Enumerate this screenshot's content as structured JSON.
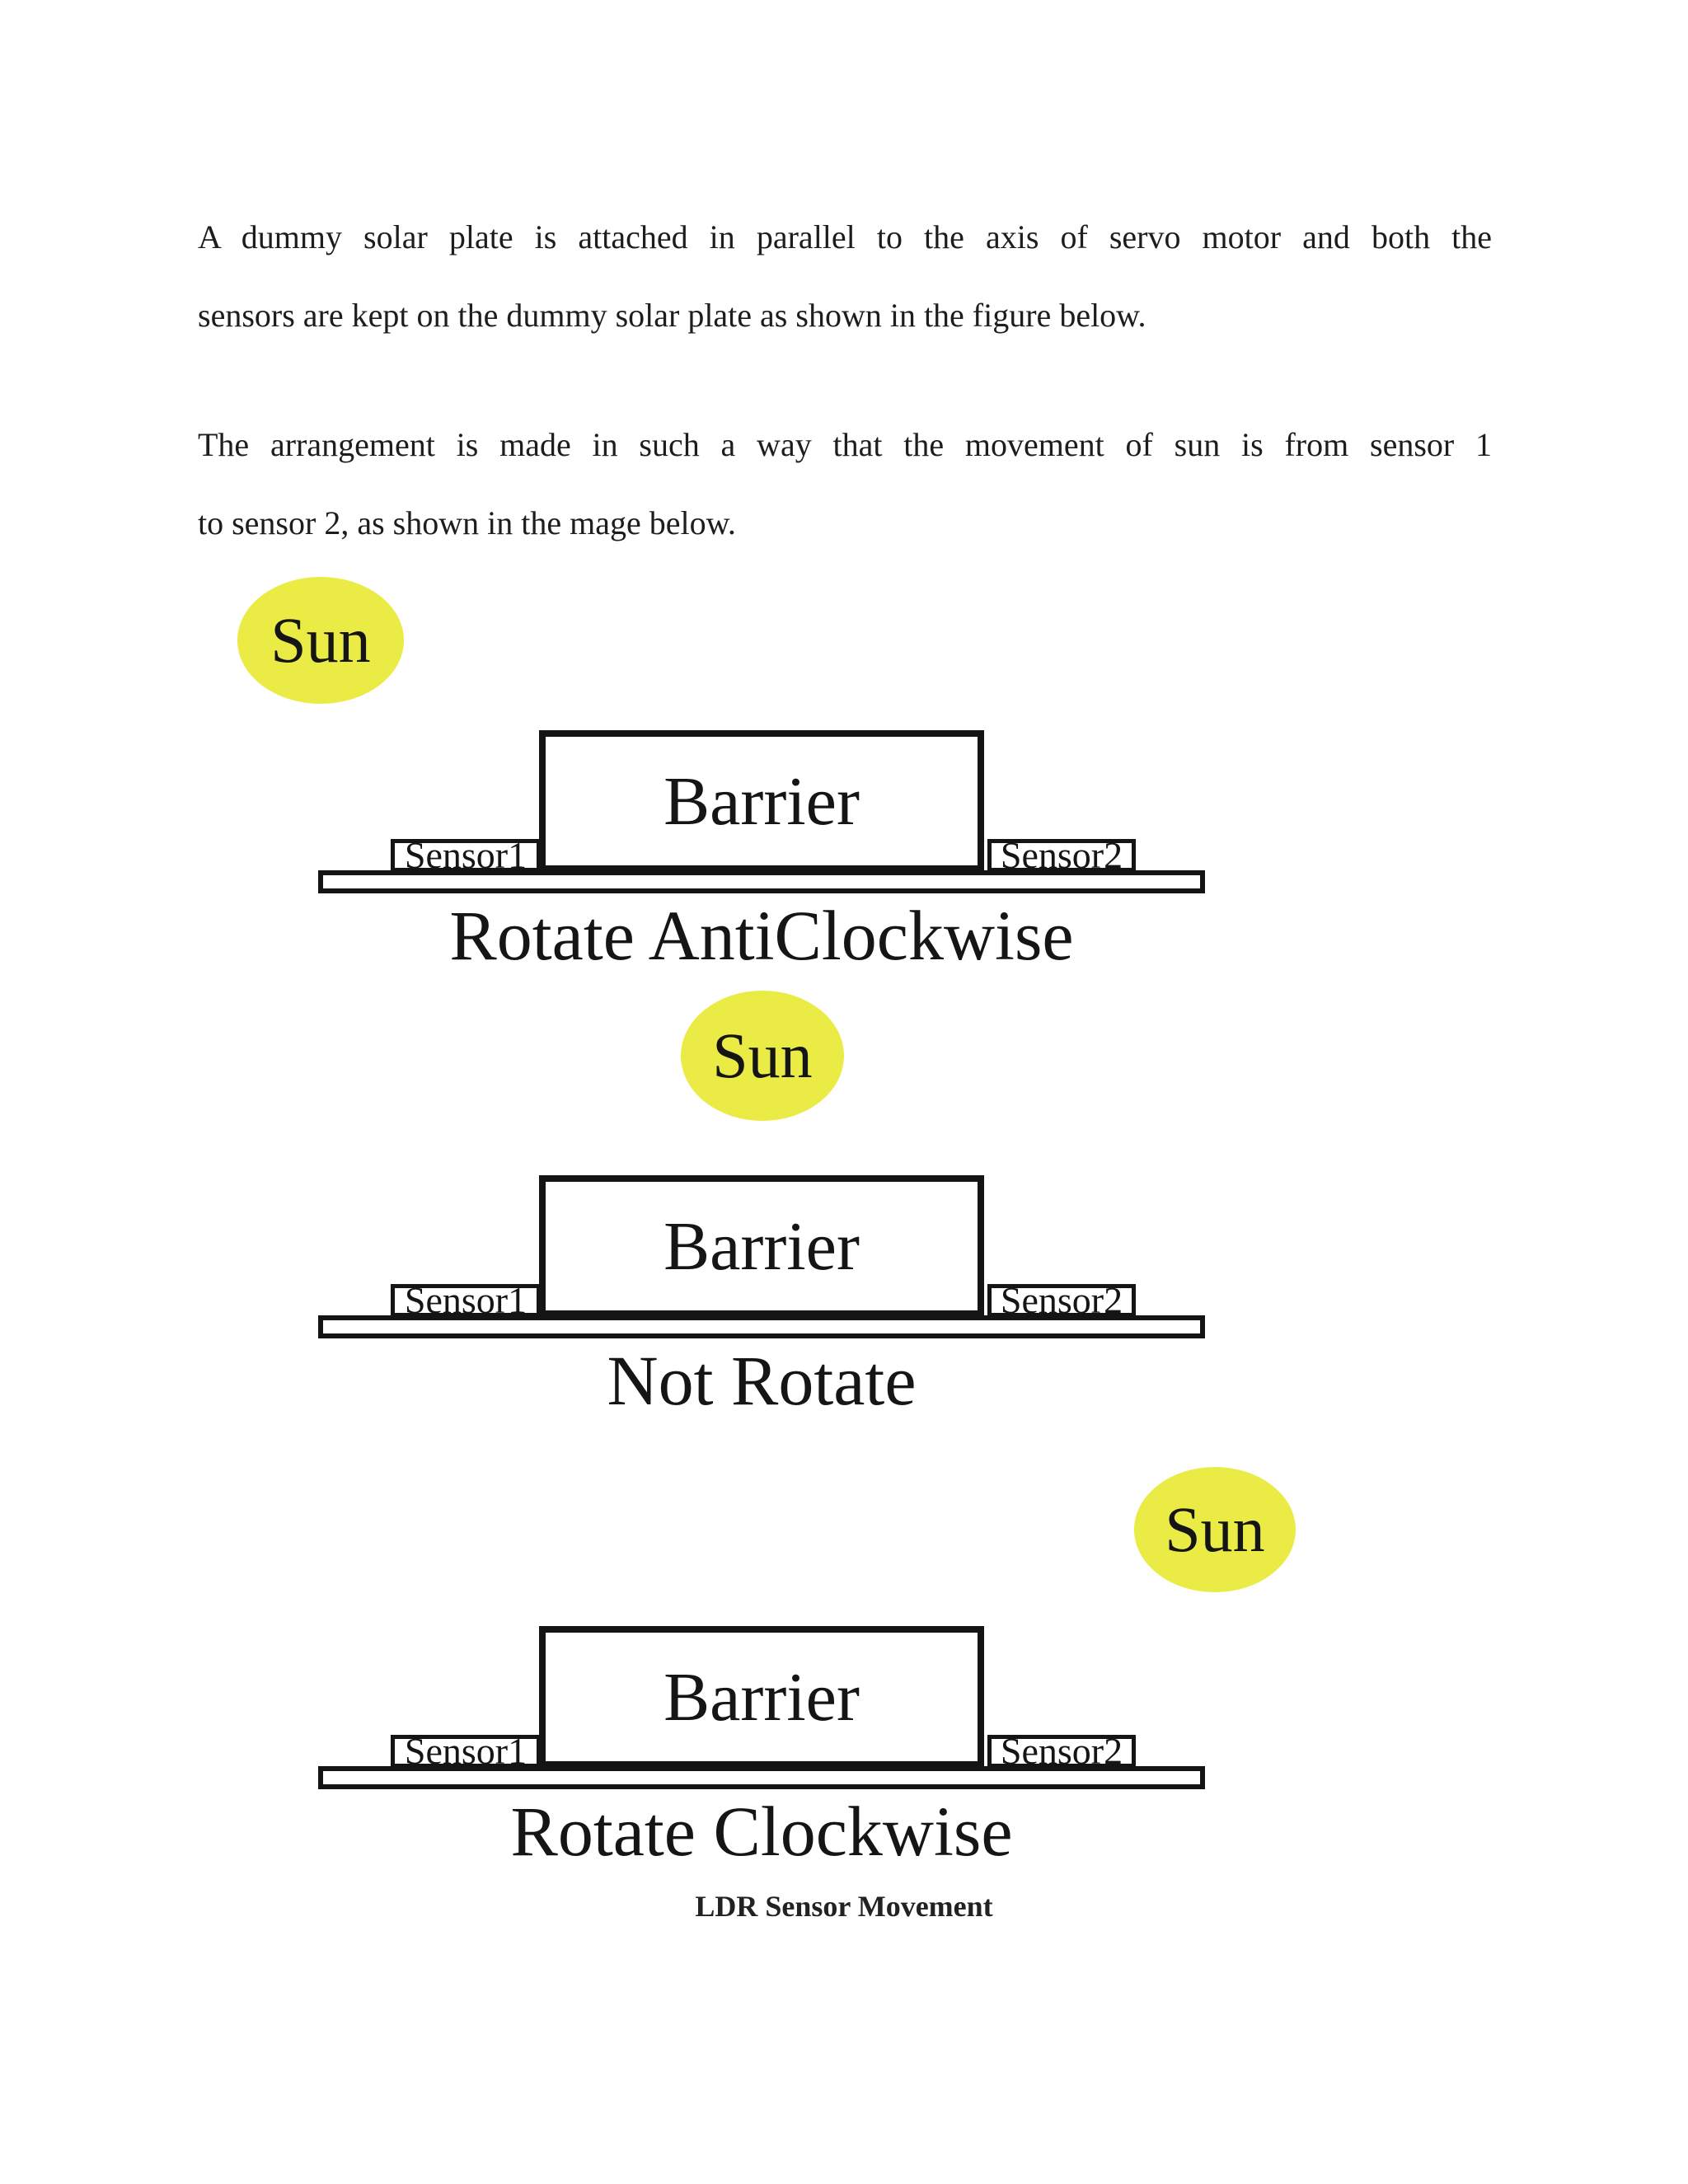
{
  "intro": {
    "para1_line1": "A dummy solar plate is attached in parallel to the axis of servo motor and both the",
    "para1_line2": "sensors are kept on the dummy solar plate as shown in the figure below.",
    "para2_line1": "The arrangement is made in such a way that the movement of sun is from sensor 1",
    "para2_line2": "to sensor 2, as shown in the mage below."
  },
  "figure": {
    "diagrams": [
      {
        "sun_label": "Sun",
        "sun_position": "left",
        "barrier_label": "Barrier",
        "sensor1_label": "Sensor1",
        "sensor2_label": "Sensor2",
        "caption": "Rotate AntiClockwise"
      },
      {
        "sun_label": "Sun",
        "sun_position": "center",
        "barrier_label": "Barrier",
        "sensor1_label": "Sensor1",
        "sensor2_label": "Sensor2",
        "caption": "Not Rotate"
      },
      {
        "sun_label": "Sun",
        "sun_position": "right",
        "barrier_label": "Barrier",
        "sensor1_label": "Sensor1",
        "sensor2_label": "Sensor2",
        "caption": "Rotate Clockwise"
      }
    ],
    "figure_caption": "LDR Sensor Movement"
  },
  "colors": {
    "sun_yellow": "#eaeb45",
    "ink": "#1d1d1d",
    "line": "#141414",
    "background": "#ffffff"
  }
}
